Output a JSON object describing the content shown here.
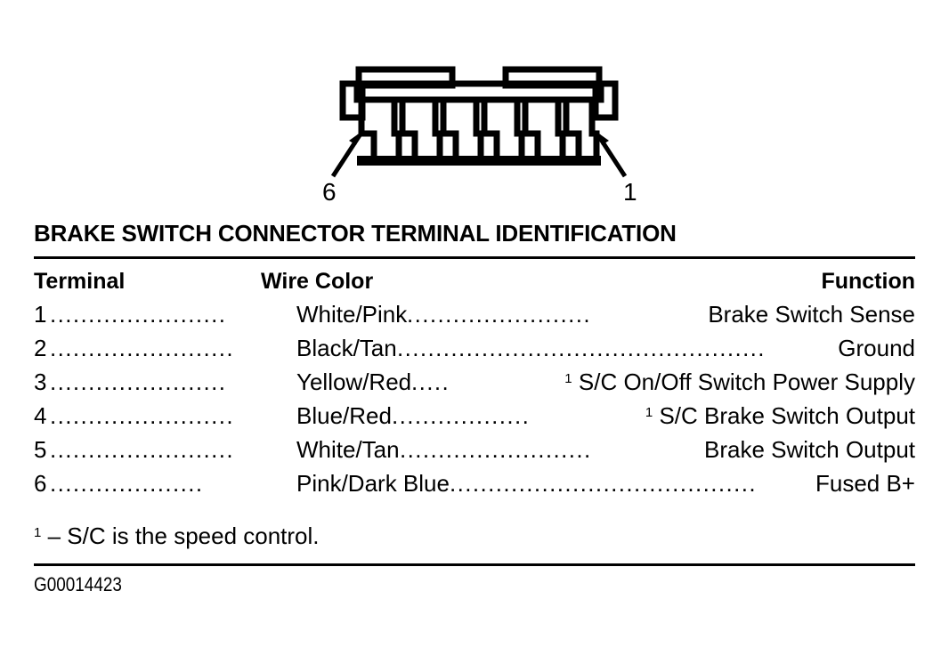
{
  "diagram": {
    "title": "BRAKE SWITCH CONNECTOR TERMINAL IDENTIFICATION",
    "figure_code": "G00014423",
    "connector": {
      "cavity_count": 6,
      "left_callout_label": "6",
      "right_callout_label": "1",
      "left_callout_name": "terminal-6-callout",
      "right_callout_name": "terminal-1-callout"
    },
    "footnote": {
      "marker": "1",
      "text": "– S/C is the speed control."
    }
  },
  "table": {
    "headers": {
      "terminal": "Terminal",
      "wire_color": "Wire Color",
      "function": "Function"
    },
    "leader_char": ".",
    "rows": [
      {
        "terminal": "1",
        "wire_color": "White/Pink",
        "function": "Brake Switch Sense",
        "function_superscript": "",
        "leader_left": ".......................",
        "leader_right": "........................"
      },
      {
        "terminal": "2",
        "wire_color": "Black/Tan",
        "function": "Ground",
        "function_superscript": "",
        "leader_left": "........................",
        "leader_right": "................................................"
      },
      {
        "terminal": "3",
        "wire_color": "Yellow/Red",
        "function": "S/C On/Off Switch Power Supply",
        "function_superscript": "1",
        "leader_left": ".......................",
        "leader_right": "....."
      },
      {
        "terminal": "4",
        "wire_color": "Blue/Red",
        "function": "S/C Brake Switch Output",
        "function_superscript": "1",
        "leader_left": "........................",
        "leader_right": ".................."
      },
      {
        "terminal": "5",
        "wire_color": "White/Tan",
        "function": "Brake Switch Output",
        "function_superscript": "",
        "leader_left": "........................",
        "leader_right": " ........................."
      },
      {
        "terminal": "6",
        "wire_color": "Pink/Dark Blue",
        "function": "Fused B+",
        "function_superscript": "",
        "leader_left": "....................",
        "leader_right": "........................................"
      }
    ]
  }
}
